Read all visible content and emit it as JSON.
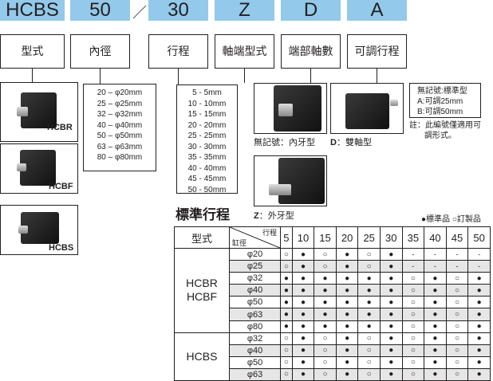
{
  "model_code": {
    "type": "HCBS",
    "bore": "50",
    "sep": "/",
    "stroke": "30",
    "shaft_end": "Z",
    "shaft_count": "D",
    "adjust": "A"
  },
  "labels": {
    "type": "型式",
    "bore": "內徑",
    "stroke": "行程",
    "shaft_end": "軸端型式",
    "shaft_count": "端部軸數",
    "adjust": "可調行程"
  },
  "products": [
    "HCBR",
    "HCBF",
    "HCBS"
  ],
  "bores": [
    "20 – φ20mm",
    "25 – φ25mm",
    "32 – φ32mm",
    "40 – φ40mm",
    "50 – φ50mm",
    "63 – φ63mm",
    "80 – φ80mm"
  ],
  "strokes": [
    "5 - 5mm",
    "10 - 10mm",
    "15 - 15mm",
    "20 - 20mm",
    "25 - 25mm",
    "30 - 30mm",
    "35 - 35mm",
    "40 - 40mm",
    "45 - 45mm",
    "50 - 50mm"
  ],
  "shaft_end_options": {
    "internal": "無記號：內牙型",
    "external_key": "Z",
    "external": "：外牙型"
  },
  "shaft_count_options": {
    "key": "D",
    "label": "：雙軸型"
  },
  "adjust_options": [
    "無記號:標準型",
    "A:可調25mm",
    "B:可調50mm"
  ],
  "adjust_note": [
    "註：此編號僅適用可",
    "調形式。"
  ],
  "standard_stroke_title": "標準行程",
  "legend": "●標準品 ○訂製品",
  "table": {
    "col_type": "型式",
    "col_stroke": "行程",
    "col_bore": "缸徑",
    "strokes": [
      "5",
      "10",
      "15",
      "20",
      "25",
      "30",
      "35",
      "40",
      "45",
      "50"
    ],
    "groups": [
      {
        "name": [
          "HCBR",
          "HCBF"
        ],
        "rows": [
          {
            "bore": "φ20",
            "v": [
              "○",
              "●",
              "○",
              "●",
              "○",
              "●",
              "-",
              "-",
              "-",
              "-"
            ]
          },
          {
            "bore": "φ25",
            "v": [
              "○",
              "●",
              "○",
              "●",
              "○",
              "●",
              "-",
              "-",
              "-",
              "-"
            ]
          },
          {
            "bore": "φ32",
            "v": [
              "●",
              "●",
              "●",
              "●",
              "●",
              "●",
              "○",
              "●",
              "○",
              "●"
            ]
          },
          {
            "bore": "φ40",
            "v": [
              "●",
              "●",
              "●",
              "●",
              "●",
              "●",
              "○",
              "●",
              "○",
              "●"
            ]
          },
          {
            "bore": "φ50",
            "v": [
              "●",
              "●",
              "●",
              "●",
              "●",
              "●",
              "○",
              "●",
              "○",
              "●"
            ]
          },
          {
            "bore": "φ63",
            "v": [
              "●",
              "●",
              "●",
              "●",
              "●",
              "●",
              "○",
              "●",
              "○",
              "●"
            ]
          },
          {
            "bore": "φ80",
            "v": [
              "●",
              "●",
              "●",
              "●",
              "●",
              "●",
              "○",
              "●",
              "○",
              "●"
            ]
          }
        ]
      },
      {
        "name": [
          "HCBS"
        ],
        "rows": [
          {
            "bore": "φ32",
            "v": [
              "○",
              "●",
              "○",
              "●",
              "○",
              "●",
              "○",
              "●",
              "○",
              "●"
            ]
          },
          {
            "bore": "φ40",
            "v": [
              "○",
              "●",
              "○",
              "●",
              "○",
              "●",
              "○",
              "●",
              "○",
              "●"
            ]
          },
          {
            "bore": "φ50",
            "v": [
              "○",
              "●",
              "○",
              "●",
              "○",
              "●",
              "○",
              "●",
              "○",
              "●"
            ]
          },
          {
            "bore": "φ63",
            "v": [
              "○",
              "●",
              "○",
              "●",
              "○",
              "●",
              "○",
              "●",
              "○",
              "●"
            ]
          }
        ]
      }
    ]
  }
}
